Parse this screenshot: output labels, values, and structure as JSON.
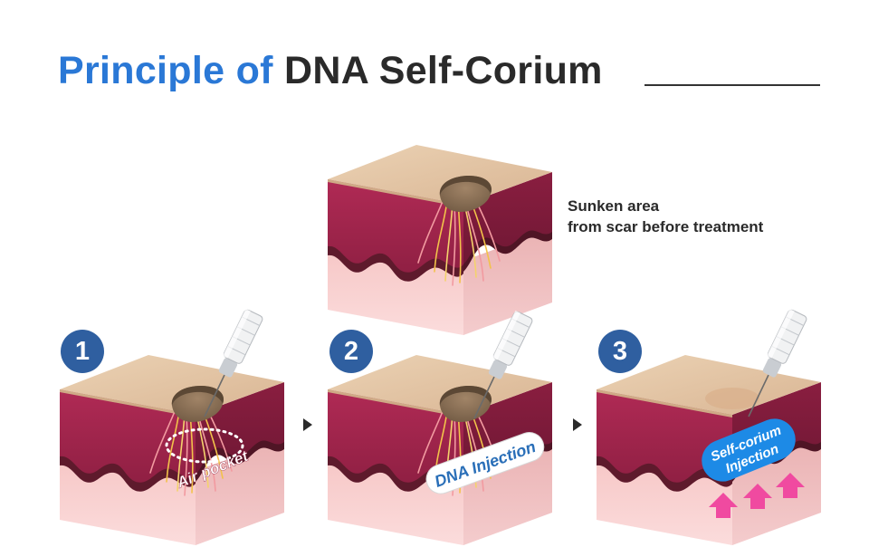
{
  "title": {
    "blue": "Principle of",
    "dark": "DNA Self-Corium"
  },
  "caption": {
    "line1": "Sunken area",
    "line2": "from scar before treatment"
  },
  "steps": [
    {
      "number": "1",
      "label": "Air pocket"
    },
    {
      "number": "2",
      "label": "DNA Injection"
    },
    {
      "number": "3",
      "label_line1": "Self-corium",
      "label_line2": "Injection"
    }
  ],
  "colors": {
    "title_blue": "#2a78d6",
    "badge": "#2f5fa0",
    "skin_top": "#e3c6a6",
    "dermis": "#a3244c",
    "dermis_dark": "#5e1a2c",
    "subcutis": "#f6c9c6",
    "label_blue": "#1d8ae6",
    "lift_arrows": "#f04aa0"
  },
  "icons": [
    "syringe-icon",
    "arrow-right-icon",
    "upward-arrow-icon"
  ]
}
